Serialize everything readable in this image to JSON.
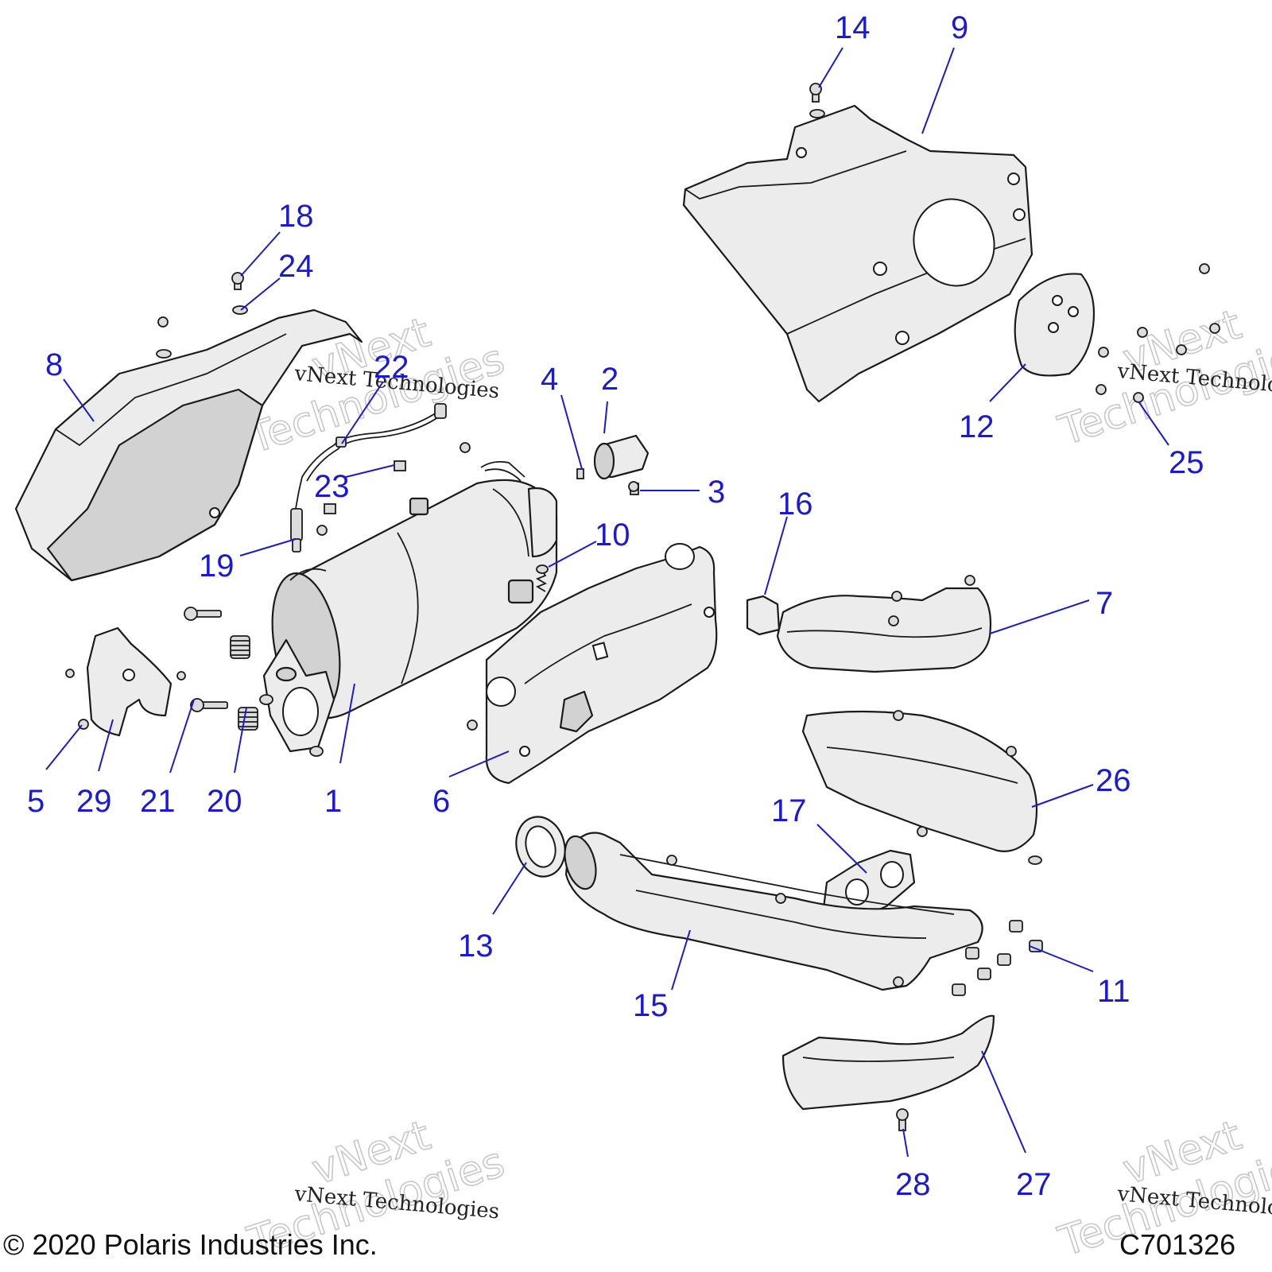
{
  "diagram": {
    "colors": {
      "callout": "#1a1ad6",
      "line_art": "#1b1b1b",
      "part_fill": "#ececec"
    },
    "callouts": [
      {
        "id": "c1",
        "label": "1"
      },
      {
        "id": "c2",
        "label": "2"
      },
      {
        "id": "c3",
        "label": "3"
      },
      {
        "id": "c4",
        "label": "4"
      },
      {
        "id": "c5",
        "label": "5"
      },
      {
        "id": "c6",
        "label": "6"
      },
      {
        "id": "c7",
        "label": "7"
      },
      {
        "id": "c8",
        "label": "8"
      },
      {
        "id": "c9",
        "label": "9"
      },
      {
        "id": "c10",
        "label": "10"
      },
      {
        "id": "c11",
        "label": "11"
      },
      {
        "id": "c12",
        "label": "12"
      },
      {
        "id": "c13",
        "label": "13"
      },
      {
        "id": "c14",
        "label": "14"
      },
      {
        "id": "c15",
        "label": "15"
      },
      {
        "id": "c16",
        "label": "16"
      },
      {
        "id": "c17",
        "label": "17"
      },
      {
        "id": "c18",
        "label": "18"
      },
      {
        "id": "c19",
        "label": "19"
      },
      {
        "id": "c20",
        "label": "20"
      },
      {
        "id": "c21",
        "label": "21"
      },
      {
        "id": "c22",
        "label": "22"
      },
      {
        "id": "c23",
        "label": "23"
      },
      {
        "id": "c24",
        "label": "24"
      },
      {
        "id": "c25",
        "label": "25"
      },
      {
        "id": "c26",
        "label": "26"
      },
      {
        "id": "c27",
        "label": "27"
      },
      {
        "id": "c28",
        "label": "28"
      },
      {
        "id": "c29",
        "label": "29"
      }
    ],
    "copyright": "© 2020 Polaris Industries Inc.",
    "drawing_number": "C701326",
    "watermark": {
      "line": "vNext Technologies",
      "line_1": "vNext",
      "line_2": "Technologies"
    }
  }
}
